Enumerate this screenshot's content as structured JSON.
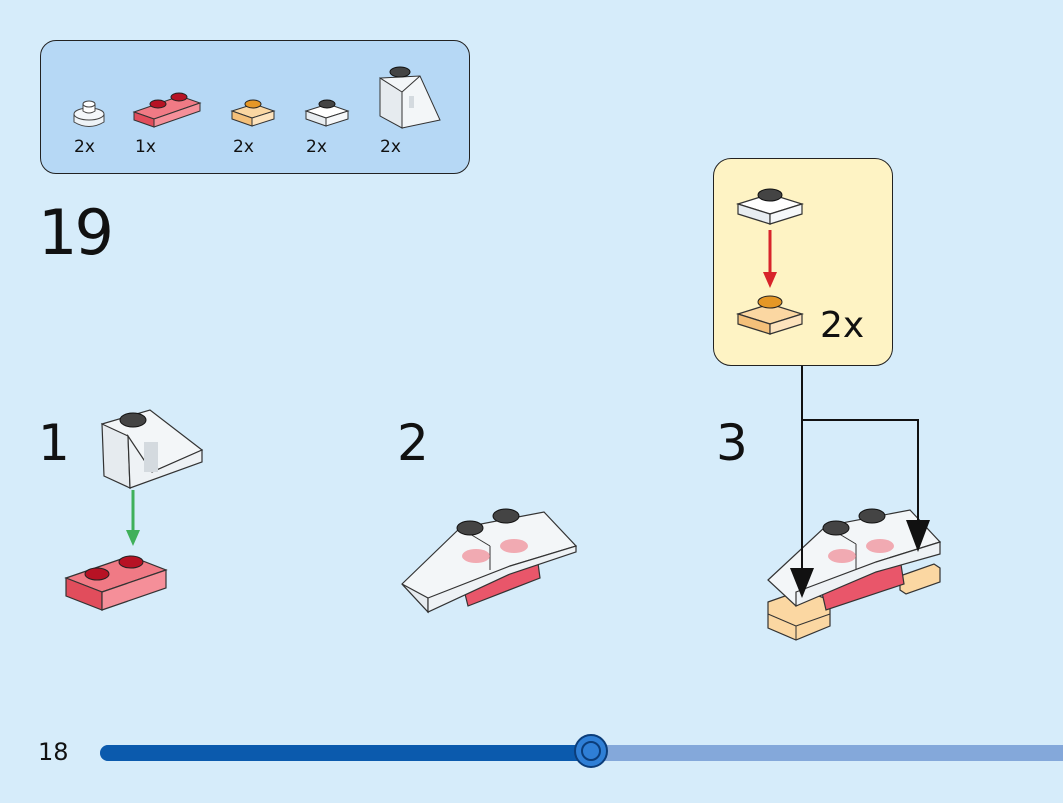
{
  "parts_list": {
    "items": [
      {
        "name": "transparent-round-plate",
        "qty": "2x"
      },
      {
        "name": "red-plate-1x2",
        "qty": "1x"
      },
      {
        "name": "orange-plate-1x1",
        "qty": "2x"
      },
      {
        "name": "white-plate-1x1",
        "qty": "2x"
      },
      {
        "name": "transparent-slope",
        "qty": "2x"
      }
    ]
  },
  "step": {
    "number": "19"
  },
  "sub_steps": [
    "1",
    "2",
    "3"
  ],
  "callout": {
    "qty": "2x"
  },
  "page": {
    "number": "18"
  },
  "progress": {
    "fraction": 0.51
  },
  "colors": {
    "background": "#d6ecfa",
    "parts_box": "#b6d8f5",
    "callout": "#fef3c4",
    "progress_fill": "#0b5aad",
    "progress_track": "#84a8da",
    "arrow_green": "#3fb05a",
    "arrow_red": "#d8232a"
  }
}
